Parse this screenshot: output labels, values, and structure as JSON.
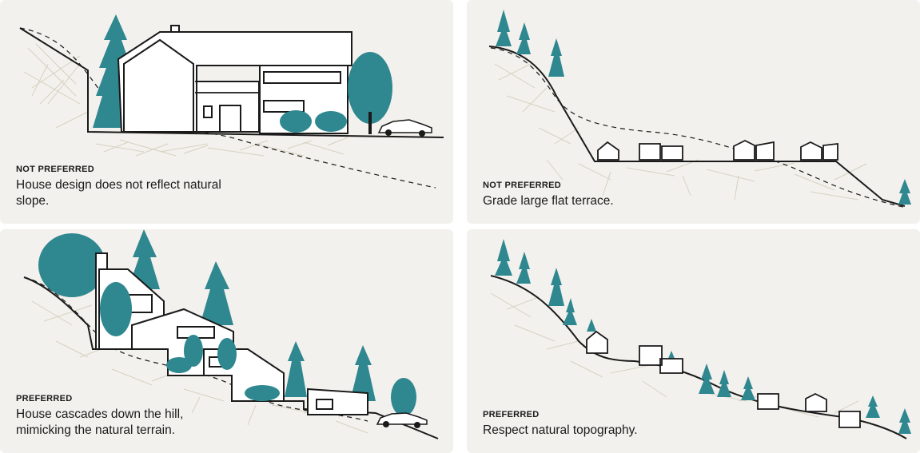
{
  "colors": {
    "tree": "#2f8790",
    "tree_dark": "#246f77",
    "hatch": "#d6d1c1",
    "line": "#1a1a1a",
    "panel_bg": "#f3f1ed"
  },
  "panels": [
    {
      "id": "top-left",
      "tag": "NOT PREFERRED",
      "text": "House design does not reflect natural slope."
    },
    {
      "id": "top-right",
      "tag": "NOT PREFERRED",
      "text": "Grade large flat terrace."
    },
    {
      "id": "bottom-left",
      "tag": "PREFERRED",
      "text": "House cascades down the hill, mimicking the natural terrain."
    },
    {
      "id": "bottom-right",
      "tag": "PREFERRED",
      "text": "Respect natural topography."
    }
  ]
}
